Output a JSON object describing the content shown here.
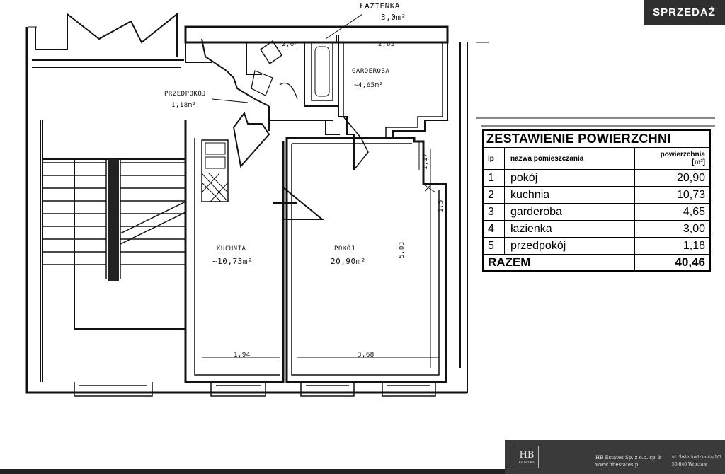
{
  "badge": {
    "label": "SPRZEDAŻ"
  },
  "plan_labels": {
    "bathroom_name": "ŁAZIENKA",
    "bathroom_area": "3,0m²",
    "dressing_name": "GARDEROBA",
    "dressing_area": "~4,65m²",
    "hall_name": "PRZEDPOKÓJ",
    "hall_area": "1,18m²",
    "kitchen_name": "KUCHNIA",
    "kitchen_area": "~10,73m²",
    "room_name": "POKÓJ",
    "room_area": "20,90m²",
    "dim_top_1": "2,04",
    "dim_top_2": "2,63",
    "dim_kitchen_width": "1,94",
    "dim_room_width": "3,68",
    "dim_room_depth": "5,03",
    "dim_right_1": "1,17",
    "dim_right_2": "1,5"
  },
  "table": {
    "title": "ZESTAWIENIE POWIERZCHNI",
    "col_lp": "lp",
    "col_name": "nazwa pomieszczania",
    "col_area_1": "powierzchnia",
    "col_area_2": "[m²]",
    "rows": [
      {
        "lp": "1",
        "name": "pokój",
        "area": "20,90"
      },
      {
        "lp": "2",
        "name": "kuchnia",
        "area": "10,73"
      },
      {
        "lp": "3",
        "name": "garderoba",
        "area": "4,65"
      },
      {
        "lp": "4",
        "name": "łazienka",
        "area": "3,00"
      },
      {
        "lp": "5",
        "name": "przedpokój",
        "area": "1,18"
      }
    ],
    "total_label": "RAZEM",
    "total_value": "40,46"
  },
  "footer": {
    "logo_text": "HB",
    "logo_sub": "ESTATES",
    "company": "HB Estates Sp. z o.o. sp. k",
    "website": "www.hbestates.pl",
    "street": "ul. Świerkodzka 4a/1/0",
    "city": "50-046 Wrocław"
  },
  "colors": {
    "badge_bg": "#2f2f2f",
    "footer_bg": "#3a3a3a",
    "line": "#111111"
  }
}
